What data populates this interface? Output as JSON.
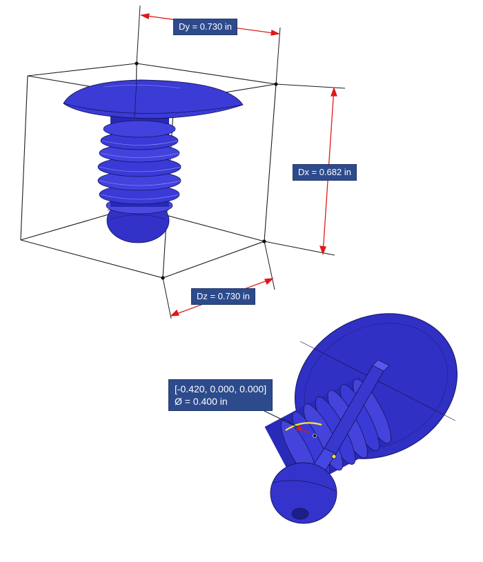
{
  "colors": {
    "part_fill": "#3b3bd6",
    "part_dark": "#2222a0",
    "part_light": "#6e6ef0",
    "edge_line": "#1a1a1a",
    "dimension_arrow": "#e01818",
    "label_bg": "#2d4b8c",
    "highlight_edge": "#f2e43a"
  },
  "dimensions": {
    "dy_label": "Dy = 0.730 in",
    "dx_label": "Dx = 0.682 in",
    "dz_label": "Dz = 0.730 in"
  },
  "measurement": {
    "coordinate_label": "[-0.420, 0.000, 0.000]",
    "diameter_label": "Ø = 0.400 in"
  }
}
